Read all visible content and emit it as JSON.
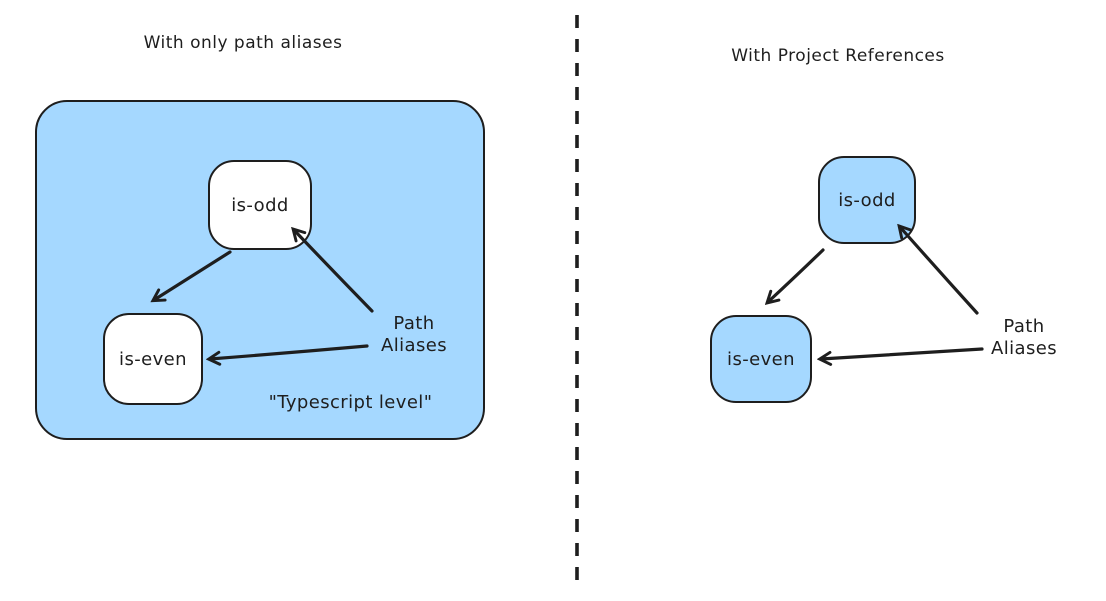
{
  "diagram": {
    "left": {
      "title": "With only path aliases",
      "node_is_odd": "is-odd",
      "node_is_even": "is-even",
      "annotation_line1": "Path",
      "annotation_line2": "Aliases",
      "container_caption": "\"Typescript level\""
    },
    "right": {
      "title": "With Project References",
      "node_is_odd": "is-odd",
      "node_is_even": "is-even",
      "annotation_line1": "Path",
      "annotation_line2": "Aliases"
    },
    "colors": {
      "blue_fill": "#a5d8ff",
      "stroke": "#1e1e1e",
      "white_fill": "#ffffff",
      "background": "#ffffff"
    }
  }
}
